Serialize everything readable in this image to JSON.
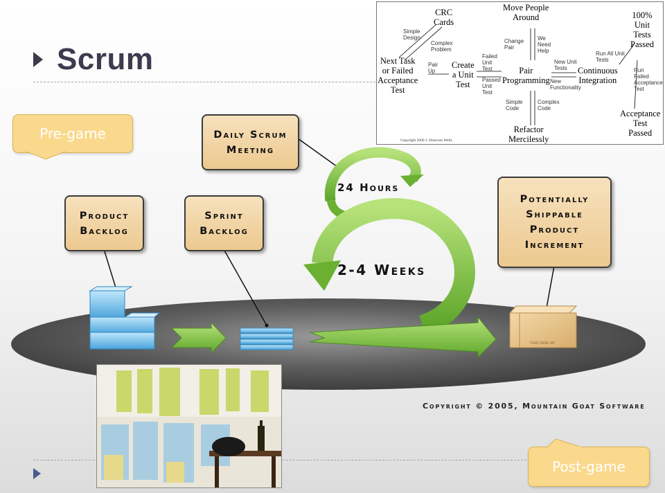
{
  "slide": {
    "title": "Scrum",
    "callouts": {
      "pre_game": "Pre-game",
      "post_game": "Post-game"
    }
  },
  "diagram": {
    "boxes": {
      "daily_scrum": [
        "Daily Scrum",
        "Meeting"
      ],
      "product_backlog": [
        "Product",
        "Backlog"
      ],
      "sprint_backlog": [
        "Sprint",
        "Backlog"
      ],
      "increment": [
        "Potentially",
        "Shippable",
        "Product",
        "Increment"
      ]
    },
    "cycle_labels": {
      "short": "24 Hours",
      "long": "2-4 Weeks"
    },
    "copyright": "Copyright © 2005, Mountain Goat Software",
    "box_stamp": "THIS SIDE UP",
    "colors": {
      "arrow_green": "#7cc23a",
      "callout": "#fad98c",
      "box_fill": "#ecc98f",
      "backlog_blue": "#5fb6e8",
      "platform": "#5a5a5a"
    }
  },
  "xp_flow": {
    "nodes": {
      "crc": [
        "CRC",
        "Cards"
      ],
      "move": [
        "Move People",
        "Around"
      ],
      "unit": [
        "100%",
        "Unit",
        "Tests",
        "Passed"
      ],
      "next": [
        "Next Task",
        "or Failed",
        "Acceptance",
        "Test"
      ],
      "create": [
        "Create",
        "a Unit",
        "Test"
      ],
      "pair": [
        "Pair",
        "Programming"
      ],
      "ci": [
        "Continuous",
        "Integration"
      ],
      "refactor": [
        "Refactor",
        "Mercilessly"
      ],
      "accept": [
        "Acceptance",
        "Test",
        "Passed"
      ]
    },
    "edges": {
      "simple_design": [
        "Simple",
        "Design"
      ],
      "complex_problem": [
        "Complex",
        "Problem"
      ],
      "pair_up": [
        "Pair",
        "Up"
      ],
      "failed_unit": [
        "Failed",
        "Unit",
        "Test"
      ],
      "passed_unit": [
        "Passed",
        "Unit",
        "Test"
      ],
      "change_pair": [
        "Change",
        "Pair"
      ],
      "we_need_help": [
        "We",
        "Need",
        "Help"
      ],
      "new_unit_tests": [
        "New Unit",
        "Tests"
      ],
      "new_functionality": [
        "New",
        "Functionality"
      ],
      "run_all": [
        "Run All Unit",
        "Tests"
      ],
      "run_failed": [
        "Run",
        "Failed",
        "Acceptance",
        "Test"
      ],
      "simple_code": [
        "Simple",
        "Code"
      ],
      "complex_code": [
        "Complex",
        "Code"
      ]
    },
    "copyright": "Copyright 2000 J. Donovan Wells"
  }
}
